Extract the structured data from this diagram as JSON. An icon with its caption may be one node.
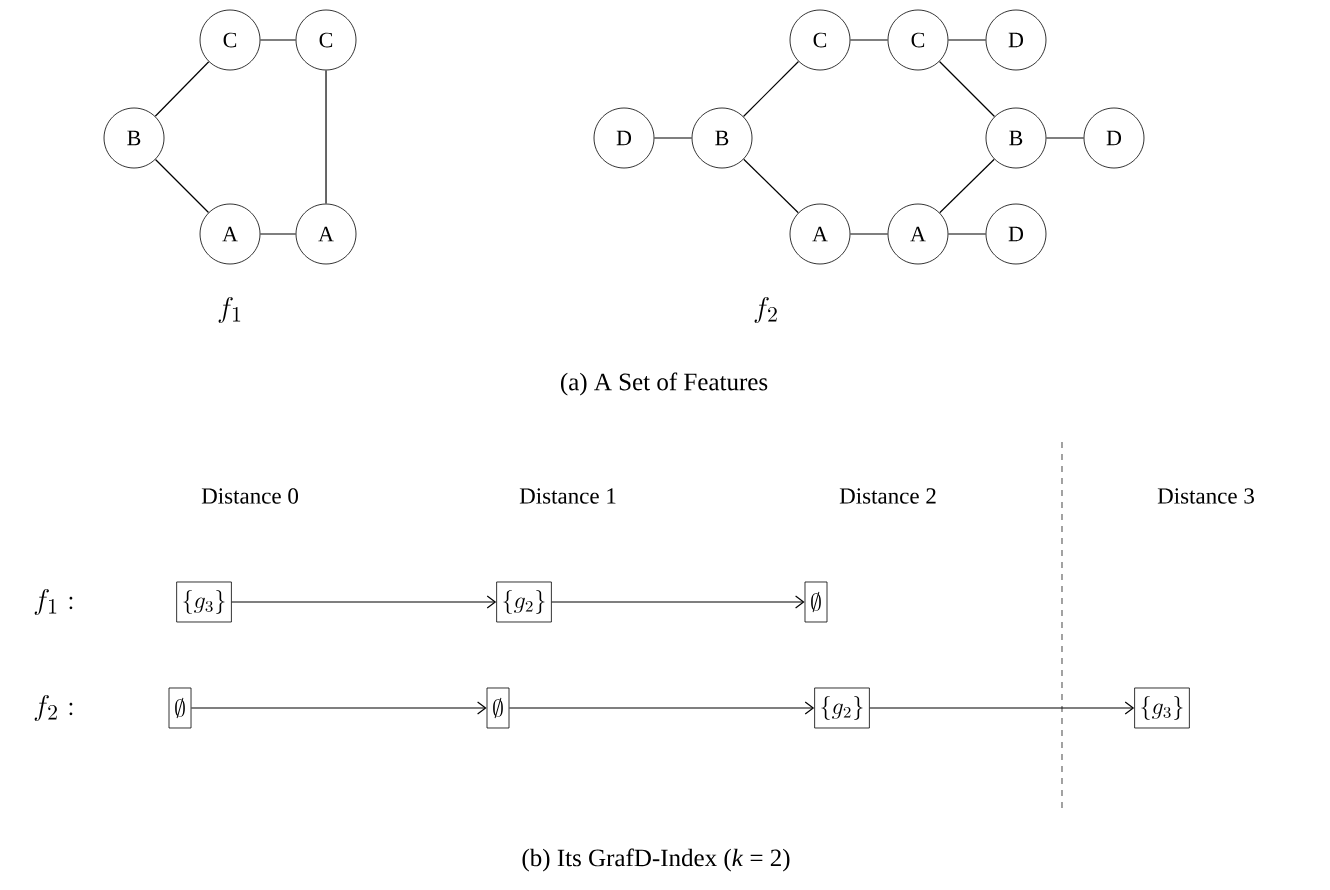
{
  "diagram": {
    "nodes": [
      {
        "text": [
          "C"
        ]
      },
      {
        "text": [
          "C"
        ]
      },
      {
        "text": [
          "B"
        ]
      },
      {
        "text": [
          "A"
        ]
      },
      {
        "text": [
          "A"
        ]
      },
      {
        "text": [
          "C"
        ]
      },
      {
        "text": [
          "C"
        ]
      },
      {
        "text": [
          "D"
        ]
      },
      {
        "text": [
          "D"
        ]
      },
      {
        "text": [
          "B"
        ]
      },
      {
        "text": [
          "B"
        ]
      },
      {
        "text": [
          "D"
        ]
      },
      {
        "text": [
          "A"
        ]
      },
      {
        "text": [
          "A"
        ]
      },
      {
        "text": [
          "D"
        ]
      },
      {
        "text": [
          "\\{g_3\\}"
        ]
      },
      {
        "text": [
          "\\{g_2\\}"
        ]
      },
      {
        "text": [
          "\\emptyset"
        ]
      },
      {
        "text": [
          "\\emptyset"
        ]
      },
      {
        "text": [
          "\\emptyset"
        ]
      },
      {
        "text": [
          "\\{g_2\\}"
        ]
      },
      {
        "text": [
          "\\{g_3\\}"
        ]
      }
    ],
    "edges": [
      {
        "from": 0,
        "to": 1,
        "arrow": "none"
      },
      {
        "from": 2,
        "to": 0,
        "arrow": "none"
      },
      {
        "from": 2,
        "to": 3,
        "arrow": "none"
      },
      {
        "from": 3,
        "to": 4,
        "arrow": "none"
      },
      {
        "from": 1,
        "to": 4,
        "arrow": "none"
      },
      {
        "from": 8,
        "to": 9,
        "arrow": "none"
      },
      {
        "from": 9,
        "to": 5,
        "arrow": "none"
      },
      {
        "from": 5,
        "to": 6,
        "arrow": "none"
      },
      {
        "from": 6,
        "to": 7,
        "arrow": "none"
      },
      {
        "from": 6,
        "to": 10,
        "arrow": "none"
      },
      {
        "from": 10,
        "to": 11,
        "arrow": "none"
      },
      {
        "from": 9,
        "to": 12,
        "arrow": "none"
      },
      {
        "from": 12,
        "to": 13,
        "arrow": "none"
      },
      {
        "from": 13,
        "to": 10,
        "arrow": "none"
      },
      {
        "from": 13,
        "to": 14,
        "arrow": "none"
      },
      {
        "from": 15,
        "to": 16,
        "arrow": "to"
      },
      {
        "from": 16,
        "to": 17,
        "arrow": "to"
      },
      {
        "from": 18,
        "to": 19,
        "arrow": "to"
      },
      {
        "from": 19,
        "to": 20,
        "arrow": "to"
      },
      {
        "from": 20,
        "to": 21,
        "arrow": "to"
      }
    ],
    "labels": [
      "f_1",
      "f_2",
      "(a) A Set of Features",
      "Distance 0",
      "Distance 1",
      "Distance 2",
      "Distance 3",
      "f_1:",
      "f_2:",
      "(b) Its GrafD-Index (*k* = 2)"
    ]
  }
}
